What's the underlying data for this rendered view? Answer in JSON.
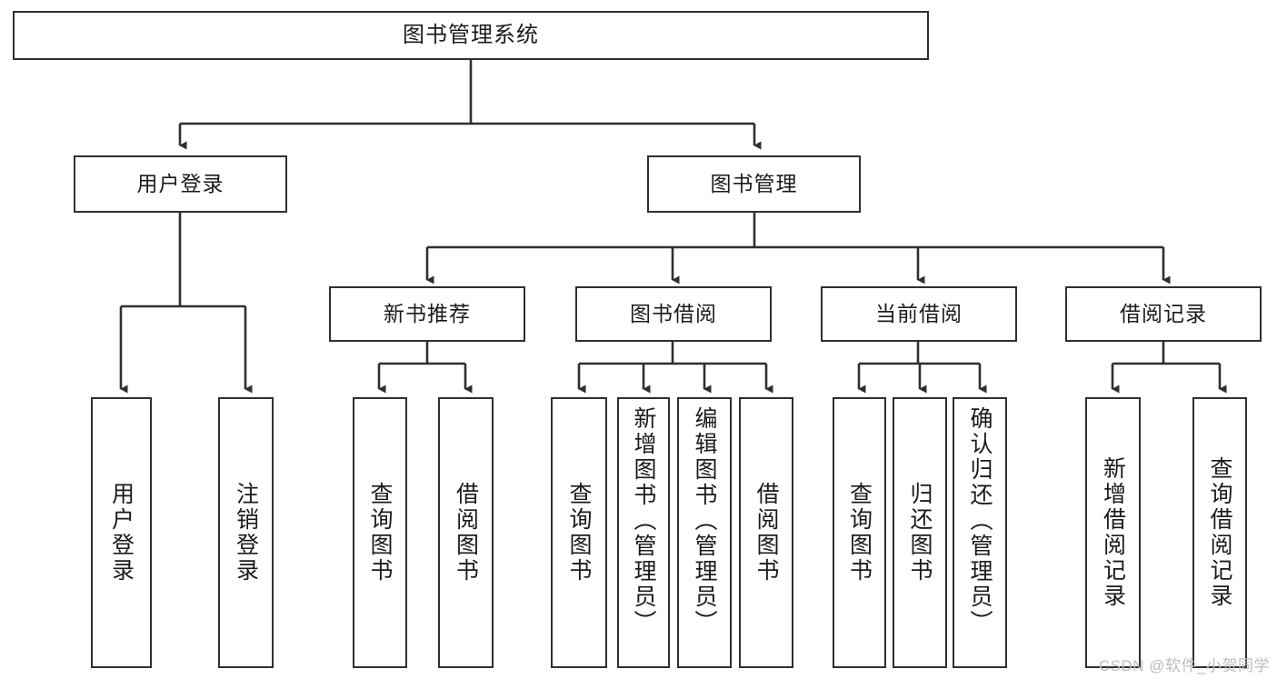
{
  "diagram": {
    "type": "tree-hierarchy",
    "title": "图书管理系统",
    "orientation": "top-down",
    "colors": {
      "box_border": "#2f2f2f",
      "box_fill": "#ffffff",
      "edge": "#2f2f2f",
      "text": "#1b1b1b",
      "watermark": "#bdbdbd",
      "background": "#ffffff"
    },
    "root": {
      "label": "图书管理系统"
    },
    "level2": [
      {
        "label": "用户登录"
      },
      {
        "label": "图书管理"
      }
    ],
    "level3": [
      {
        "label": "新书推荐"
      },
      {
        "label": "图书借阅"
      },
      {
        "label": "当前借阅"
      },
      {
        "label": "借阅记录"
      }
    ],
    "leaves": {
      "user_login": [
        {
          "label": "用户登录"
        },
        {
          "label": "注销登录"
        }
      ],
      "new_book_recommend": [
        {
          "label": "查询图书"
        },
        {
          "label": "借阅图书"
        }
      ],
      "book_borrow": [
        {
          "label": "查询图书"
        },
        {
          "label": "新增图书（管理员）"
        },
        {
          "label": "编辑图书（管理员）"
        },
        {
          "label": "借阅图书"
        }
      ],
      "current_borrow": [
        {
          "label": "查询图书"
        },
        {
          "label": "归还图书"
        },
        {
          "label": "确认归还（管理员）"
        }
      ],
      "borrow_record": [
        {
          "label": "新增借阅记录"
        },
        {
          "label": "查询借阅记录"
        }
      ]
    }
  },
  "watermark": {
    "text": "CSDN @软件_小贺同学"
  }
}
